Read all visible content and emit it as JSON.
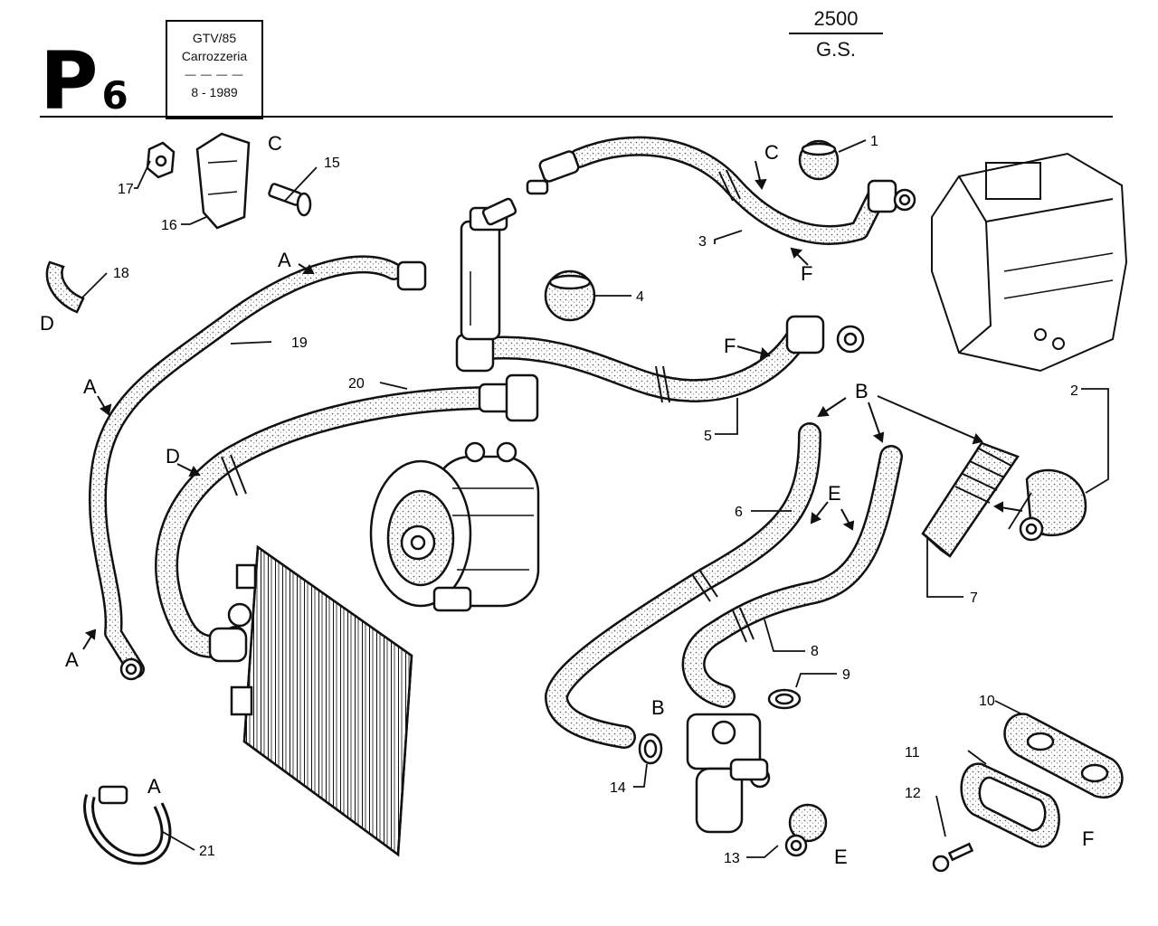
{
  "header": {
    "page_code": "P",
    "page_code_number": "6",
    "model": "GTV/85",
    "section": "Carrozzeria",
    "separator": "— — — —",
    "date": "8 - 1989",
    "engine": "2500",
    "variant": "G.S."
  },
  "callouts": [
    "1",
    "2",
    "3",
    "4",
    "5",
    "6",
    "7",
    "8",
    "9",
    "10",
    "11",
    "12",
    "13",
    "14",
    "15",
    "16",
    "17",
    "18",
    "19",
    "20",
    "21"
  ],
  "letters": {
    "A": "A",
    "B": "B",
    "C": "C",
    "D": "D",
    "E": "E",
    "F": "F"
  },
  "colors": {
    "ink": "#111111",
    "paper": "#ffffff",
    "stipple": "#555555"
  }
}
